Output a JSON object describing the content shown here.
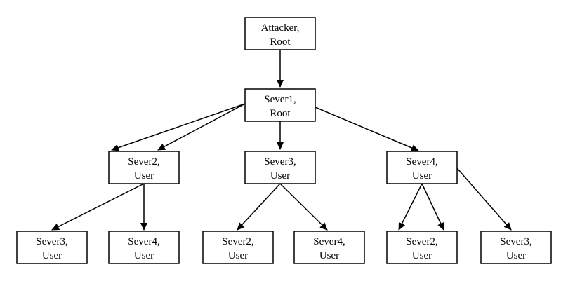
{
  "diagram": {
    "nodes": [
      {
        "id": "attacker-root",
        "line1": "Attacker,",
        "line2": "Root"
      },
      {
        "id": "sever1-root",
        "line1": "Sever1,",
        "line2": "Root"
      },
      {
        "id": "sever2-user",
        "line1": "Sever2,",
        "line2": "User"
      },
      {
        "id": "sever3-user",
        "line1": "Sever3,",
        "line2": "User"
      },
      {
        "id": "sever4-user",
        "line1": "Sever4,",
        "line2": "User"
      },
      {
        "id": "sever2-sever3-user",
        "line1": "Sever3,",
        "line2": "User"
      },
      {
        "id": "sever2-sever4-user",
        "line1": "Sever4,",
        "line2": "User"
      },
      {
        "id": "sever3-sever2-user",
        "line1": "Sever2,",
        "line2": "User"
      },
      {
        "id": "sever3-sever4-user",
        "line1": "Sever4,",
        "line2": "User"
      },
      {
        "id": "sever4-sever2-user",
        "line1": "Sever2,",
        "line2": "User"
      },
      {
        "id": "sever4-sever3-user",
        "line1": "Sever3,",
        "line2": "User"
      }
    ]
  }
}
